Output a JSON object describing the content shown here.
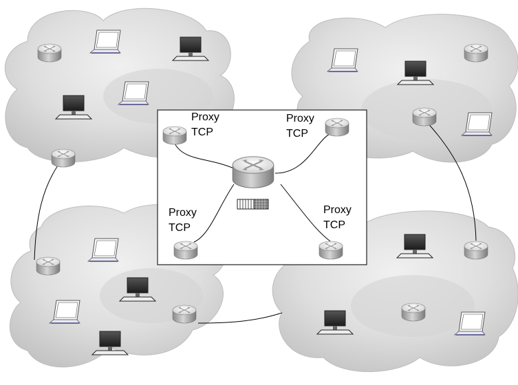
{
  "proxies": [
    {
      "line1": "Proxy",
      "line2": "TCP"
    },
    {
      "line1": "Proxy",
      "line2": "TCP"
    },
    {
      "line1": "Proxy",
      "line2": "TCP"
    },
    {
      "line1": "Proxy",
      "line2": "TCP"
    }
  ],
  "colors": {
    "cloud_light": "#e6e6e6",
    "cloud_dark": "#c4c4c4",
    "router_top": "#f2f2f2",
    "router_side": "#9a9a9a",
    "screen_dark": "#2c2c2c",
    "laptop_accent": "#6a6a9a",
    "box_stroke": "#222222"
  },
  "icons": [
    "cloud-icon",
    "router-icon",
    "laptop-icon",
    "desktop-icon",
    "queue-buffer-icon"
  ]
}
